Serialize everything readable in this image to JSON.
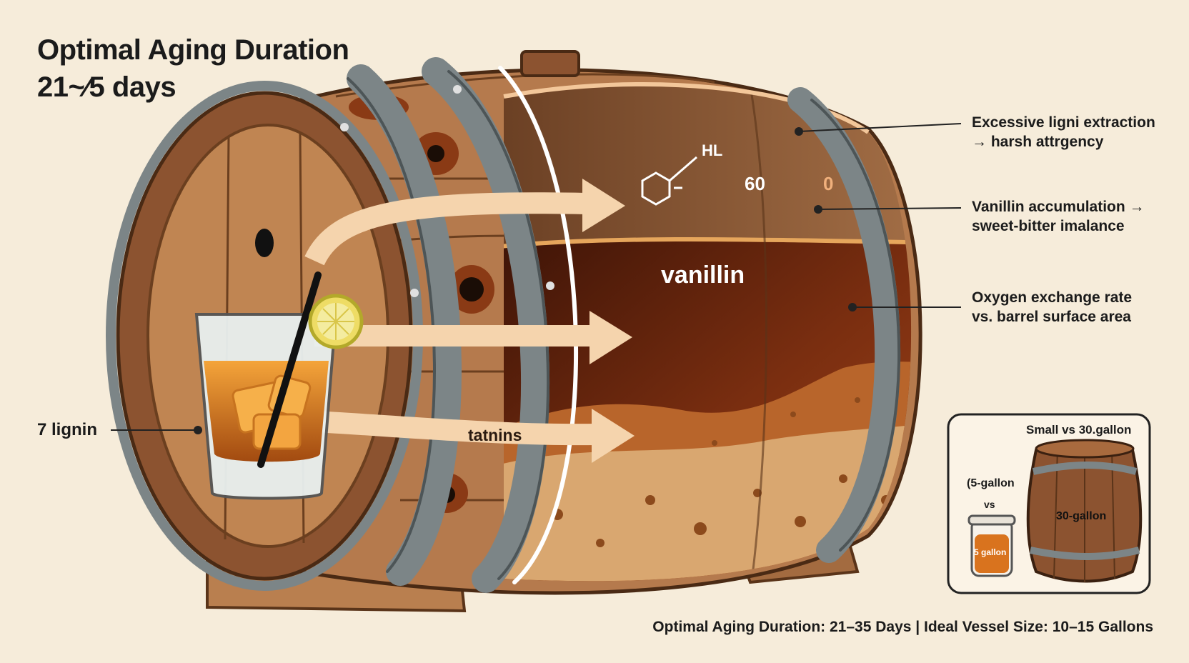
{
  "title": {
    "line1": "Optimal Aging Duration",
    "line2": "21~⁄5 days"
  },
  "molecule": {
    "group_label": "HL",
    "value": "60",
    "symbol": "0"
  },
  "liquid_labels": {
    "vanillin": "vanillin",
    "tannins": "tatnins"
  },
  "left_callout": "7 lignin",
  "callouts": [
    {
      "line1": "Excessive ligni extraction",
      "line2": "→ harsh attrgency"
    },
    {
      "line1": "Vanillin accumulation →",
      "line2": "sweet-bitter imalance"
    },
    {
      "line1": "Oxygen exchange rate",
      "line2": "vs. barrel surface area"
    }
  ],
  "inset": {
    "title": "Small vs 30.gallon",
    "small_label": "(5-gallon",
    "vs": "vs",
    "jar_label": "5 gallon",
    "barrel_label": "30-gallon"
  },
  "footer": "Optimal Aging Duration: 21–35 Days | Ideal Vessel Size: 10–15 Gallons",
  "colors": {
    "background": "#f6ecda",
    "wood": "#b57a4d",
    "wood_dark": "#7a4a2a",
    "hoop": "#7c8587",
    "liquid": "#7a2e10",
    "sediment": "#d9a770",
    "arrow": "#f5d4ad"
  }
}
